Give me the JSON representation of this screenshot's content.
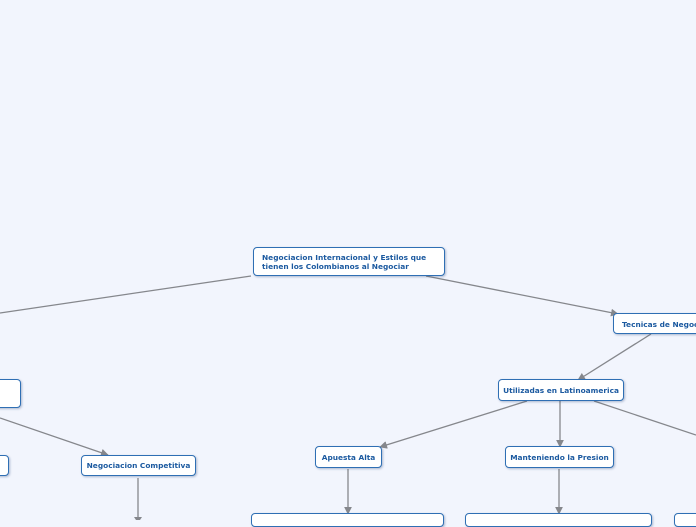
{
  "map": {
    "root_line1": "Negociacion Internacional y Estilos que",
    "root_line2": "tienen los Colombianos al Negociar",
    "tecnicas": "Tecnicas de Negoci",
    "latinoamerica": "Utilizadas en Latinoamerica",
    "apuesta": "Apuesta Alta",
    "presion": "Manteniendo la Presion",
    "competitiva": "Negociacion Competitiva",
    "partial_left_upper": "",
    "partial_left_lower": "",
    "partial_bottom_1": "",
    "partial_bottom_2": "",
    "partial_bottom_3": ""
  },
  "colors": {
    "background": "#f2f5fd",
    "node_border": "#2f6fb4",
    "node_text": "#1c5aa0",
    "connector": "#85878c"
  }
}
